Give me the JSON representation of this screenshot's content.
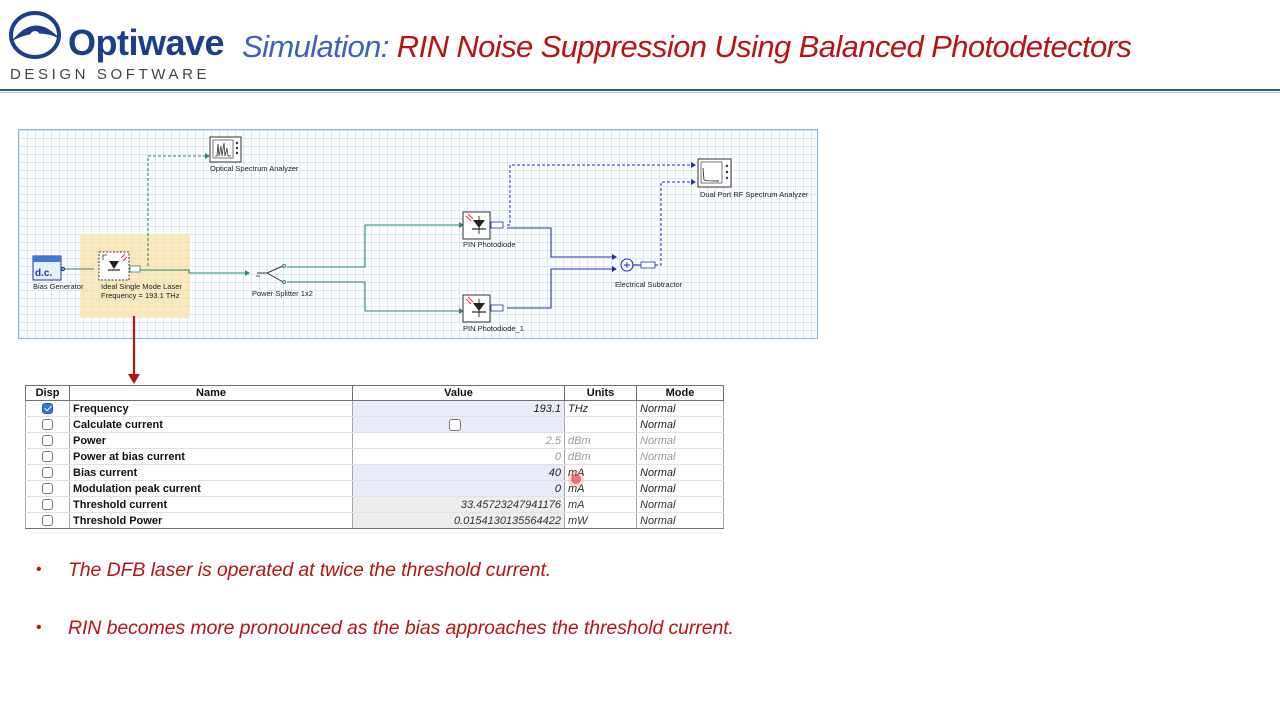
{
  "header": {
    "logo_name": "Optiwave",
    "logo_tagline": "DESIGN SOFTWARE",
    "title_prefix": "Simulation:",
    "title_main": "RIN Noise Suppression Using Balanced Photodetectors",
    "colors": {
      "title_blue": "#3b63b8",
      "title_red": "#b81414",
      "rule": "#2f57a3"
    }
  },
  "schematic": {
    "components": {
      "optical_spectrum_analyzer": "Optical Spectrum Analyzer",
      "bias_generator": "Bias Generator",
      "bias_generator_icon_text": "d.c.",
      "laser_name": "Ideal Single Mode Laser",
      "laser_frequency": "Frequency = 193.1  THz",
      "power_splitter": "Power Splitter 1x2",
      "pin_photodiode": "PIN Photodiode",
      "pin_photodiode_1": "PIN Photodiode_1",
      "electrical_subtractor": "Electrical Subtractor",
      "dual_port_rf_analyzer": "Dual Port RF Spectrum Analyzer"
    },
    "colors": {
      "optical_wire": "#2e8b63",
      "electrical_wire": "#1f2fb0",
      "monitor_wire": "#1f8a5a",
      "highlight": "#f7e1aa"
    }
  },
  "param_table": {
    "headers": {
      "disp": "Disp",
      "name": "Name",
      "value": "Value",
      "units": "Units",
      "mode": "Mode"
    },
    "rows": [
      {
        "disp": true,
        "name": "Frequency",
        "value": "193.1",
        "units": "THz",
        "mode": "Normal",
        "state": "editable"
      },
      {
        "disp": false,
        "name": "Calculate current",
        "value": "",
        "value_checkbox": false,
        "units": "",
        "mode": "Normal",
        "state": "editable"
      },
      {
        "disp": false,
        "name": "Power",
        "value": "2.5",
        "units": "dBm",
        "mode": "Normal",
        "state": "disabled"
      },
      {
        "disp": false,
        "name": "Power at bias current",
        "value": "0",
        "units": "dBm",
        "mode": "Normal",
        "state": "disabled"
      },
      {
        "disp": false,
        "name": "Bias current",
        "value": "40",
        "units": "mA",
        "mode": "Normal",
        "state": "editable"
      },
      {
        "disp": false,
        "name": "Modulation peak current",
        "value": "0",
        "units": "mA",
        "mode": "Normal",
        "state": "editable"
      },
      {
        "disp": false,
        "name": "Threshold current",
        "value": "33.45723247941176",
        "units": "mA",
        "mode": "Normal",
        "state": "readonly"
      },
      {
        "disp": false,
        "name": "Threshold Power",
        "value": "0.0154130135564422",
        "units": "mW",
        "mode": "Normal",
        "state": "readonly"
      }
    ]
  },
  "bullets": [
    "The DFB laser is operated at twice the threshold current.",
    "RIN becomes more pronounced as the bias approaches the threshold current."
  ],
  "bullet_marker": "•"
}
